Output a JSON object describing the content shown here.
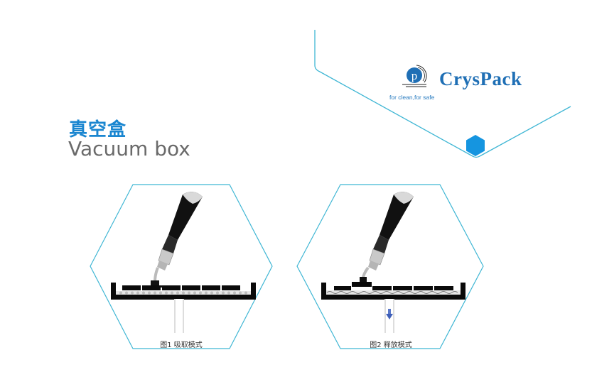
{
  "colors": {
    "accent_blue": "#1a86d0",
    "line_cyan": "#3fb6d4",
    "hex_fill": "#1595e0",
    "logo_blue": "#1f6fb5",
    "subtitle_gray": "#6a6a6a",
    "diagram_black": "#0a0a0a"
  },
  "logo": {
    "mark_letter": "p",
    "name": "CrysPack",
    "tagline": "for clean,for safe"
  },
  "title": {
    "chinese": "真空盒",
    "english": "Vacuum box"
  },
  "figures": [
    {
      "caption": "图1 吸取模式",
      "mode": "suction",
      "icon": "vacuum-pen-icon"
    },
    {
      "caption": "图2 释放模式",
      "mode": "release",
      "icon": "vacuum-pen-icon",
      "airflow_arrow": "down-arrow-icon"
    }
  ]
}
